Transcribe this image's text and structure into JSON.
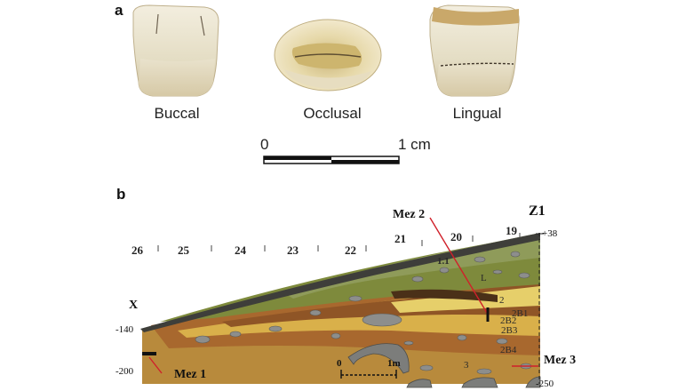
{
  "panel_a": {
    "letter": "a",
    "views": [
      "Buccal",
      "Occlusal",
      "Lingual"
    ],
    "scale_start": "0",
    "scale_end": "1 cm"
  },
  "panel_b": {
    "letter": "b",
    "columns": [
      "26",
      "25",
      "24",
      "23",
      "22",
      "21",
      "20",
      "19"
    ],
    "corner_label": "Z1",
    "x_label": "X",
    "depths": {
      "top": "+38",
      "left": "-140",
      "left_bottom": "-200",
      "bottom": "-250"
    },
    "layers": {
      "l11": "1.1",
      "L": "L",
      "l2": "2",
      "l2b1": "2B1",
      "l2b2": "2B2",
      "l2b3": "2B3",
      "l2b4": "2B4",
      "l3": "3"
    },
    "samples": [
      "Mez 1",
      "Mez 2",
      "Mez 3"
    ],
    "meter_scale": {
      "start": "0",
      "end": "1m"
    },
    "accent_color": "#d0202a"
  }
}
